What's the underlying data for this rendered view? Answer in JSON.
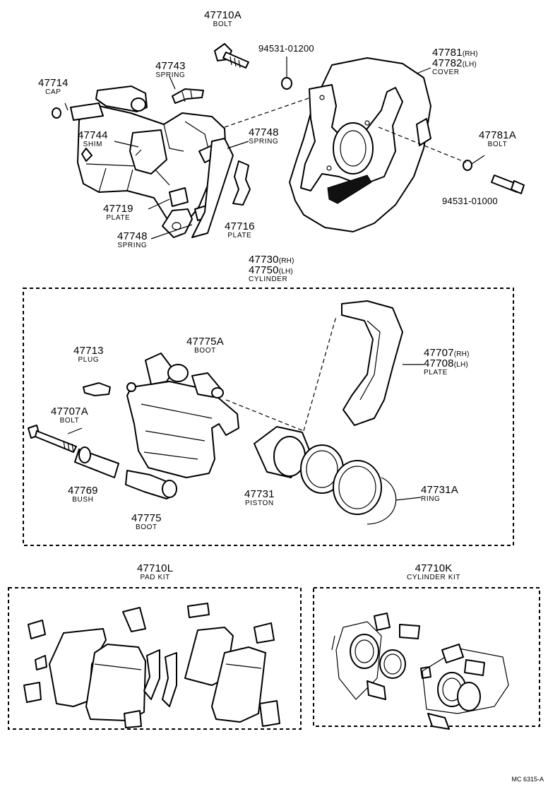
{
  "diagram": {
    "labels": {
      "bolt_47710a": {
        "number": "47710A",
        "name": "BOLT"
      },
      "clip_9453101200": {
        "number": "94531-01200",
        "name": ""
      },
      "cover": {
        "number_rh": "47781",
        "suffix_rh": "(RH)",
        "number_lh": "47782",
        "suffix_lh": "(LH)",
        "name": "COVER"
      },
      "spring_47743": {
        "number": "47743",
        "name": "SPRING"
      },
      "cap_47714": {
        "number": "47714",
        "name": "CAP"
      },
      "shim_47744": {
        "number": "47744",
        "name": "SHIM"
      },
      "spring_47748a": {
        "number": "47748",
        "name": "SPRING"
      },
      "bolt_47781a": {
        "number": "47781A",
        "name": "BOLT"
      },
      "plate_47719": {
        "number": "47719",
        "name": "PLATE"
      },
      "plate_47716": {
        "number": "47716",
        "name": "PLATE"
      },
      "spring_47748b": {
        "number": "47748",
        "name": "SPRING"
      },
      "clip_9453101000": {
        "number": "94531-01000",
        "name": ""
      },
      "cylinder": {
        "number_rh": "47730",
        "suffix_rh": "(RH)",
        "number_lh": "47750",
        "suffix_lh": "(LH)",
        "name": "CYLINDER"
      },
      "boot_47775a": {
        "number": "47775A",
        "name": "BOOT"
      },
      "plug_47713": {
        "number": "47713",
        "name": "PLUG"
      },
      "plate_47707": {
        "number_rh": "47707",
        "suffix_rh": "(RH)",
        "number_lh": "47708",
        "suffix_lh": "(LH)",
        "name": "PLATE"
      },
      "bolt_47707a": {
        "number": "47707A",
        "name": "BOLT"
      },
      "bush_47769": {
        "number": "47769",
        "name": "BUSH"
      },
      "piston_47731": {
        "number": "47731",
        "name": "PISTON"
      },
      "ring_47731a": {
        "number": "47731A",
        "name": "RING"
      },
      "boot_47775": {
        "number": "47775",
        "name": "BOOT"
      },
      "pad_kit": {
        "number": "47710L",
        "name": "PAD KIT"
      },
      "cylinder_kit": {
        "number": "47710K",
        "name": "CYLINDER KIT"
      }
    },
    "drawing_code": "MC 6315-A"
  }
}
